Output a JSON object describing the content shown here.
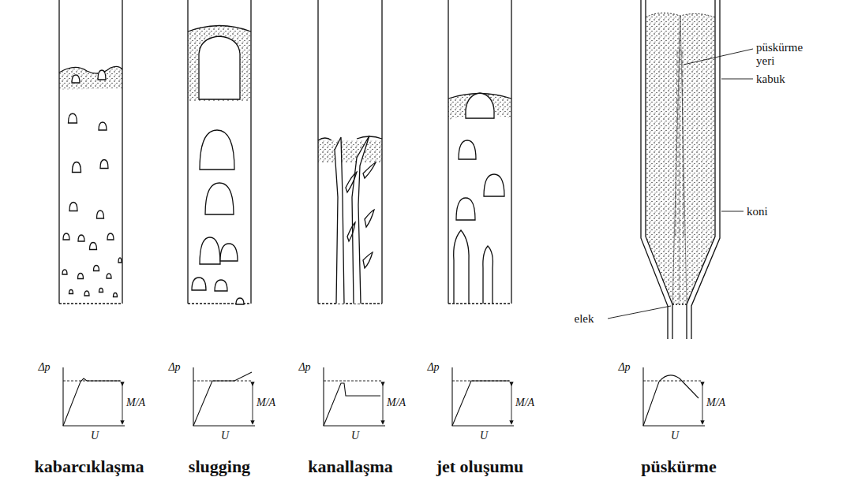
{
  "diagram": {
    "labels": [
      "kabarcıklaşma",
      "slugging",
      "kanallaşma",
      "jet oluşumu",
      "püskürme",
      "püskürme yeri",
      "kabuk",
      "koni",
      "elek",
      "Δp",
      "M/A",
      "U",
      "Δp",
      "M/A",
      "U",
      "Δp",
      "M/A",
      "U",
      "Δp",
      "M/A",
      "U",
      "Δp",
      "M/A",
      "U"
    ]
  }
}
